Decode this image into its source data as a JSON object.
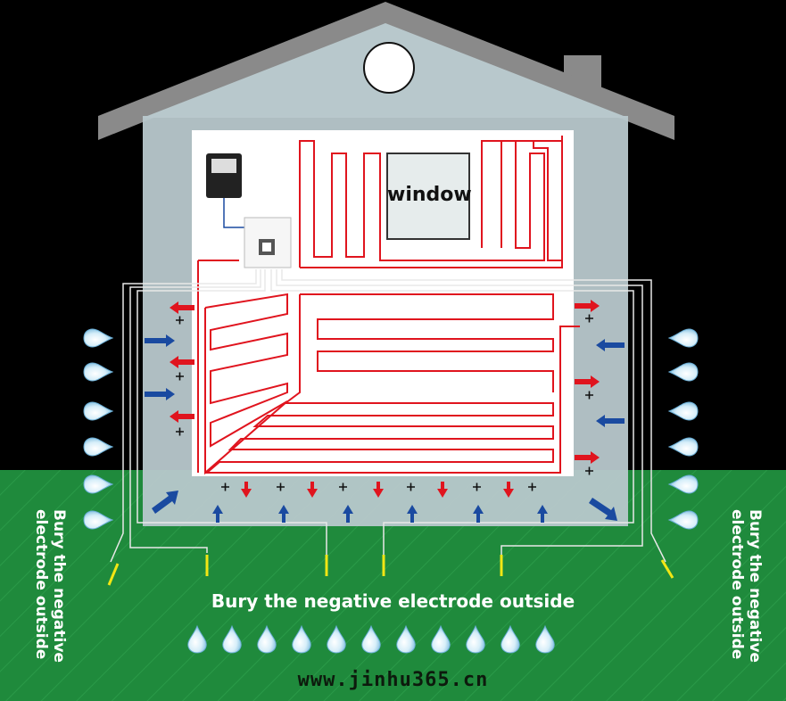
{
  "window_label": "window",
  "bottom_caption": "Bury the negative electrode outside",
  "side_caption_left": "Bury the negative\nelectrode outside",
  "side_caption_right": "Bury the negative\nelectrode outside",
  "website": "www.jinhu365.cn",
  "colors": {
    "background": "#000000",
    "ground": "#1f8a3c",
    "wall": "#b8c8cc",
    "roof": "#8a8a8a",
    "heating_wire": "#e0141e",
    "inward_arrow": "#1a4aa0",
    "electrode": "#f2e614",
    "water_drop": "#bfe4f5"
  },
  "icons": [
    "controller-icon",
    "qr-code-icon",
    "water-drop-icon",
    "red-arrow-icon",
    "blue-arrow-icon",
    "plus-sign-icon",
    "electrode-icon"
  ]
}
